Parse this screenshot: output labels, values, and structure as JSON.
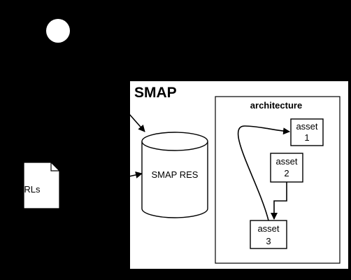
{
  "colors": {
    "background": "#000000",
    "panel": "#ffffff",
    "stroke": "#000000"
  },
  "system": {
    "title": "SMAP"
  },
  "document": {
    "label": "RRLs",
    "icon": "document-icon"
  },
  "database": {
    "label": "SMAP RES",
    "icon": "database-cylinder-icon"
  },
  "architecture": {
    "title": "architecture",
    "assets": [
      {
        "line1": "asset",
        "line2": "1"
      },
      {
        "line1": "asset",
        "line2": "2"
      },
      {
        "line1": "asset",
        "line2": "3"
      }
    ]
  },
  "decorations": {
    "dot": "white-dot-icon"
  }
}
